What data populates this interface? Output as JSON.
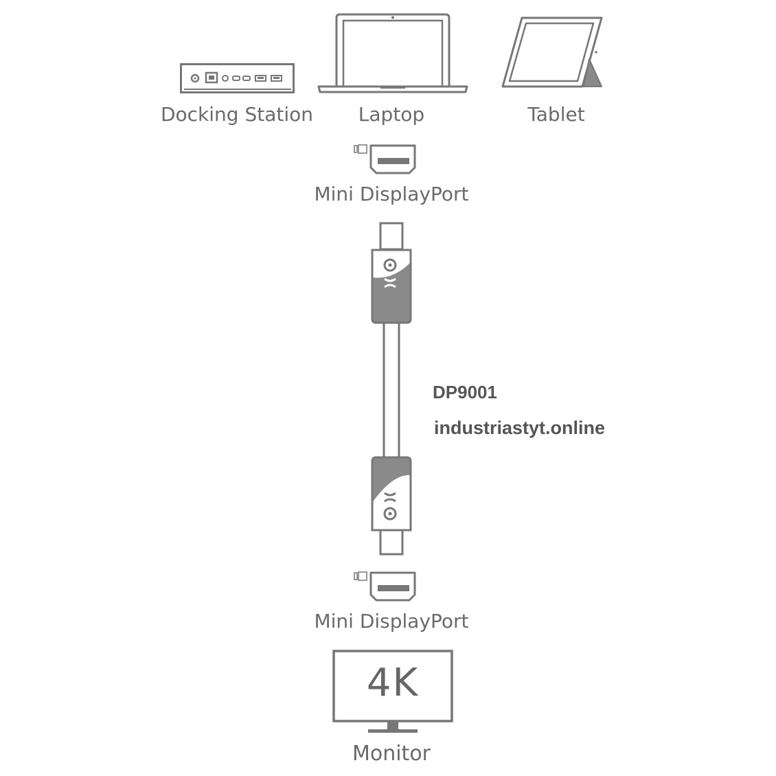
{
  "devices": {
    "docking_station": "Docking Station",
    "laptop": "Laptop",
    "tablet": "Tablet"
  },
  "connectors": {
    "top": "Mini DisplayPort",
    "bottom": "Mini DisplayPort"
  },
  "cable": {
    "model": "DP9001",
    "website": "industriastyt.online"
  },
  "monitor": {
    "resolution": "4K",
    "label": "Monitor"
  },
  "colors": {
    "line": "#777777",
    "fill_dark": "#8a8a8a",
    "fill_light": "#ffffff"
  }
}
